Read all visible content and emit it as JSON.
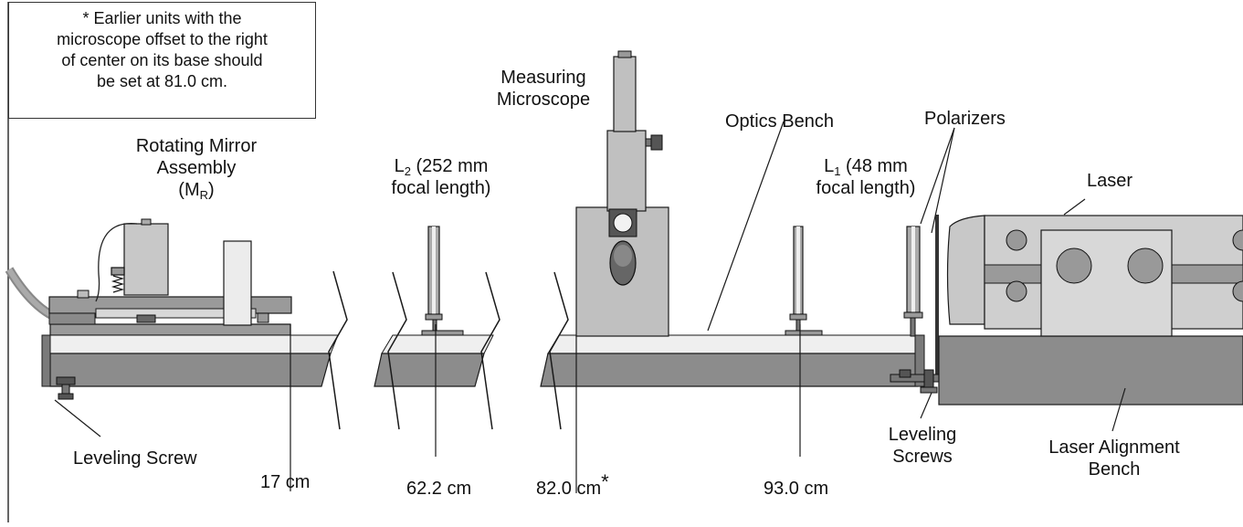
{
  "note": {
    "line1": "* Earlier units with the",
    "line2": "microscope offset to the right",
    "line3": "of center on its base should",
    "line4": "be set at 81.0 cm."
  },
  "labels": {
    "rotating_mirror_1": "Rotating Mirror",
    "rotating_mirror_2": "Assembly",
    "rotating_mirror_3_pre": "(M",
    "rotating_mirror_3_sub": "R",
    "rotating_mirror_3_post": ")",
    "l2_pre": "L",
    "l2_sub": "2",
    "l2_post": " (252 mm",
    "l2_line2": "focal length)",
    "microscope_1": "Measuring",
    "microscope_2": "Microscope",
    "optics_bench": "Optics Bench",
    "l1_pre": "L",
    "l1_sub": "1",
    "l1_post": " (48 mm",
    "l1_line2": "focal length)",
    "polarizers": "Polarizers",
    "laser": "Laser",
    "leveling_screw": "Leveling Screw",
    "leveling_screws_1": "Leveling",
    "leveling_screws_2": "Screws",
    "laser_bench_1": "Laser Alignment",
    "laser_bench_2": "Bench"
  },
  "positions": {
    "p17": "17 cm",
    "p62": "62.2 cm",
    "p82": "82.0 cm",
    "p82_star": "*",
    "p93": "93.0 cm"
  },
  "colors": {
    "bench_dark": "#8c8c8c",
    "bench_light": "#efefef",
    "component_gray": "#bfbfbf",
    "laser_gray": "#c8c8c8",
    "outline": "#1a1a1a"
  }
}
